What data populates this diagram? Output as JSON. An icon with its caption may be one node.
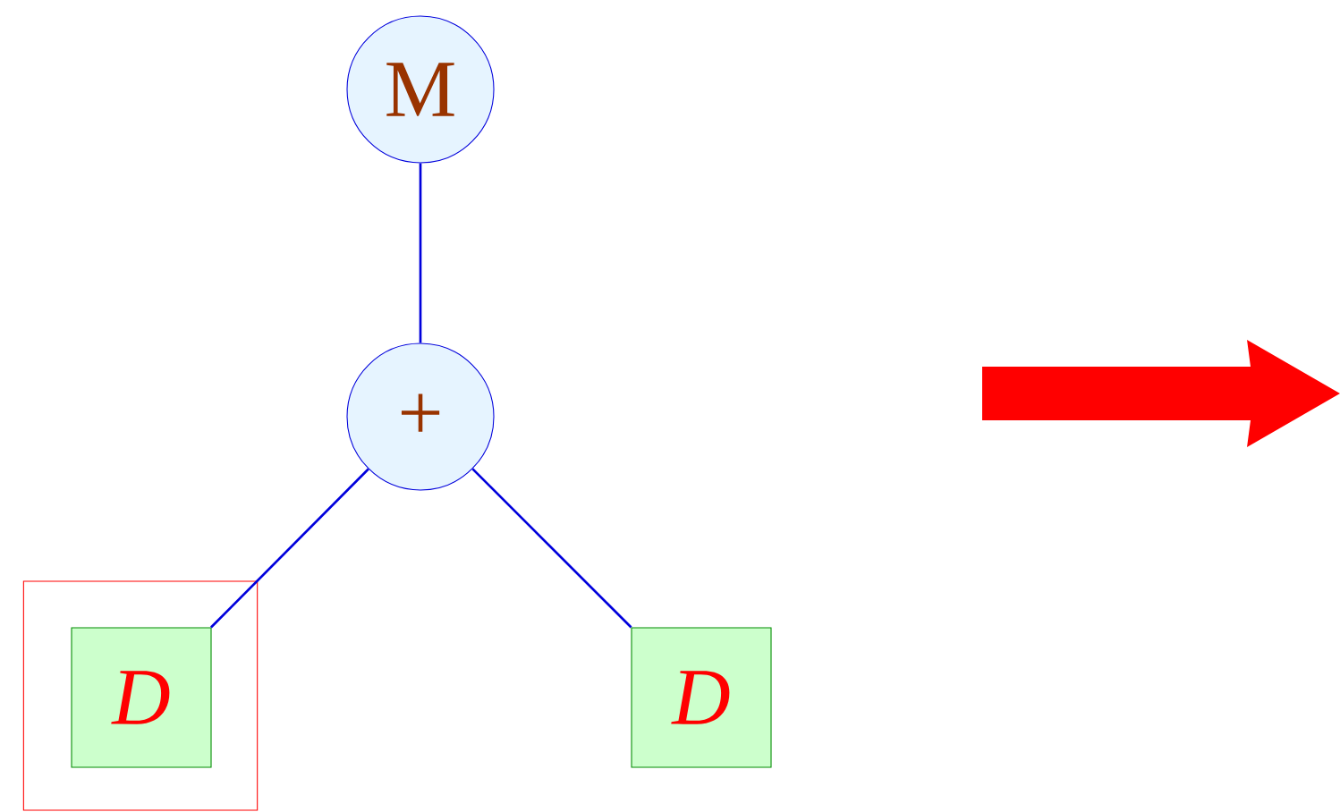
{
  "diagram": {
    "nodes": [
      {
        "text": [
          "M"
        ]
      },
      {
        "text": [
          "+"
        ]
      },
      {
        "text": [],
        "shape": "box"
      },
      {
        "text": [
          "D"
        ],
        "in": 2
      },
      {
        "text": [
          "D"
        ]
      }
    ],
    "edges": [
      {
        "from": 0,
        "to": 1,
        "arrow": "none"
      },
      {
        "from": 1,
        "to": 3,
        "arrow": "none"
      },
      {
        "from": 1,
        "to": 4,
        "arrow": "none"
      }
    ]
  }
}
